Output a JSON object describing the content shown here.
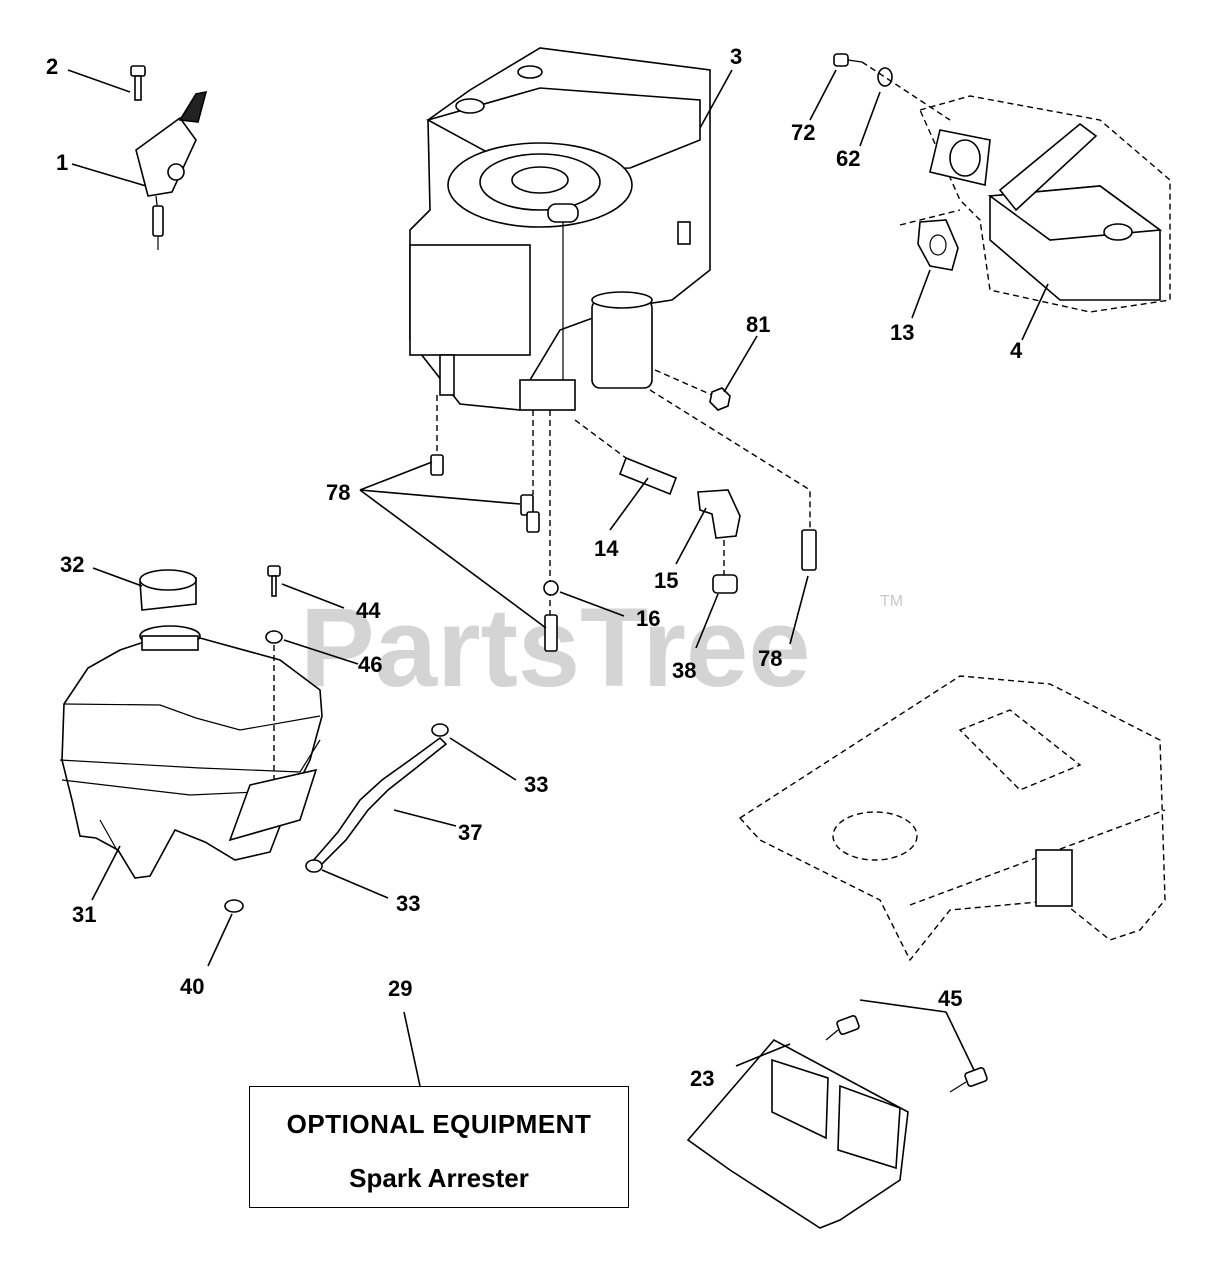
{
  "watermark": {
    "text": "PartsTree",
    "trademark": "TM"
  },
  "optional_box": {
    "title": "OPTIONAL EQUIPMENT",
    "subtitle": "Spark Arrester"
  },
  "callouts": {
    "c1": "1",
    "c2": "2",
    "c3": "3",
    "c4": "4",
    "c13": "13",
    "c14": "14",
    "c15": "15",
    "c16": "16",
    "c23": "23",
    "c29": "29",
    "c31": "31",
    "c32": "32",
    "c33a": "33",
    "c33b": "33",
    "c37": "37",
    "c38": "38",
    "c40": "40",
    "c44": "44",
    "c45": "45",
    "c46": "46",
    "c62": "62",
    "c72": "72",
    "c78a": "78",
    "c78b": "78",
    "c81": "81"
  },
  "parts": {
    "throttle_control": "throttle-control",
    "engine": "engine",
    "muffler": "muffler",
    "fuel_tank": "fuel-tank",
    "fuel_cap": "fuel-cap",
    "fuel_line": "fuel-line",
    "frame": "frame",
    "heat_shield": "heat-shield"
  }
}
